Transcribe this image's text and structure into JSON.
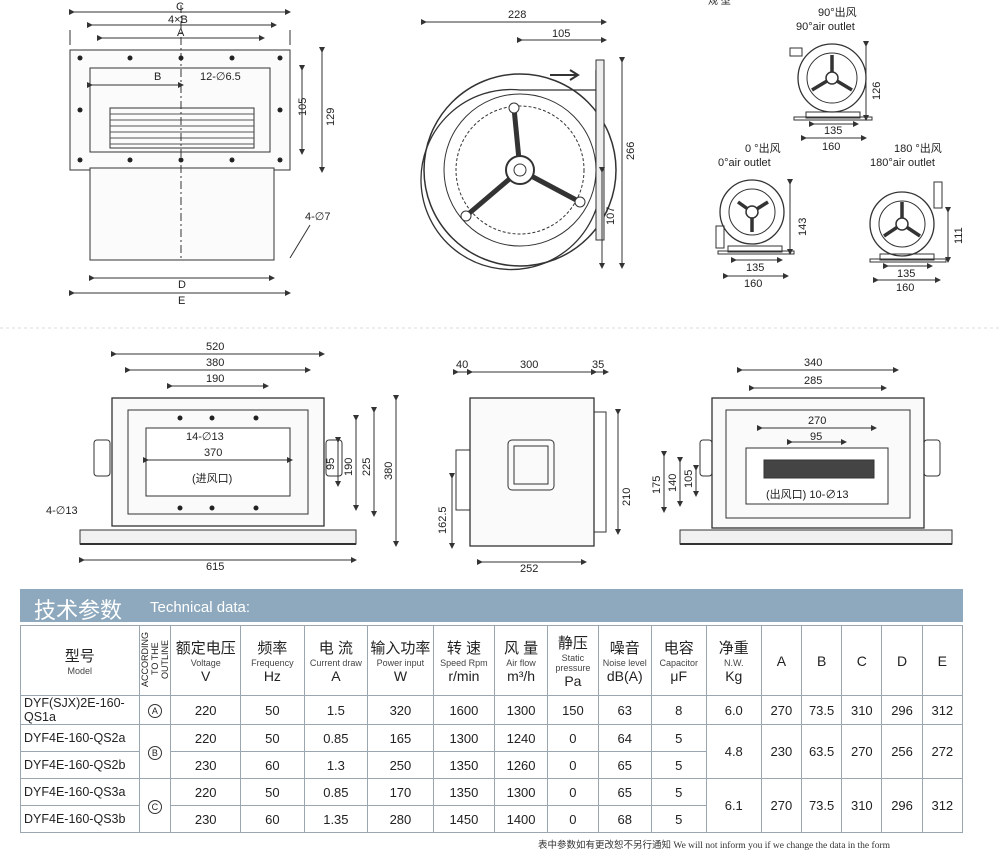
{
  "drawing1": {
    "dims": {
      "C": "C",
      "fourB": "4×B",
      "A": "A",
      "B": "B",
      "holes": "12-∅6.5",
      "d105": "105",
      "d129": "129",
      "holes2": "4-∅7",
      "D": "D",
      "E": "E"
    }
  },
  "drawing2": {
    "dims": {
      "d228": "228",
      "d105": "105",
      "d266": "266",
      "d107": "107"
    }
  },
  "outlets": {
    "corner_text": "规 型",
    "o90": {
      "cn": "90°出风",
      "en": "90°air outlet",
      "d126": "126",
      "d135": "135",
      "d160": "160"
    },
    "o0": {
      "cn": "0 °出风",
      "en": "0°air outlet",
      "d143": "143",
      "d135": "135",
      "d160": "160"
    },
    "o180": {
      "cn": "180 °出风",
      "en": "180°air outlet",
      "d111": "111",
      "d135": "135",
      "d160": "160"
    }
  },
  "front_view": {
    "dims": {
      "d520": "520",
      "d380": "380",
      "d190": "190",
      "holes": "14-∅13",
      "d370": "370",
      "inlet": "(进风口)",
      "d95": "95",
      "d190v": "190",
      "d225": "225",
      "d380v": "380",
      "feet": "4-∅13",
      "d615": "615"
    }
  },
  "side_view": {
    "dims": {
      "d40": "40",
      "d300": "300",
      "d35": "35",
      "d162": "162.5",
      "d210": "210",
      "d252": "252"
    }
  },
  "back_view": {
    "dims": {
      "d340": "340",
      "d285": "285",
      "d270": "270",
      "d95": "95",
      "d175": "175",
      "d140": "140",
      "d105": "105",
      "outlet": "(出风口) 10-∅13"
    }
  },
  "tech": {
    "title": "技术参数",
    "subtitle": "Technical data:",
    "headers": [
      {
        "cn": "型号",
        "en": "Model",
        "unit": ""
      },
      {
        "cn": "",
        "en": "ACCORDING TO THE OUTLINE",
        "unit": ""
      },
      {
        "cn": "额定电压",
        "en": "Voltage",
        "unit": "V"
      },
      {
        "cn": "频率",
        "en": "Frequency",
        "unit": "Hz"
      },
      {
        "cn": "电 流",
        "en": "Current draw",
        "unit": "A"
      },
      {
        "cn": "输入功率",
        "en": "Power input",
        "unit": "W"
      },
      {
        "cn": "转 速",
        "en": "Speed Rpm",
        "unit": "r/min"
      },
      {
        "cn": "风 量",
        "en": "Air flow",
        "unit": "m³/h"
      },
      {
        "cn": "静压",
        "en": "Static pressure",
        "unit": "Pa"
      },
      {
        "cn": "噪音",
        "en": "Noise level",
        "unit": "dB(A)"
      },
      {
        "cn": "电容",
        "en": "Capacitor",
        "unit": "μF"
      },
      {
        "cn": "净重",
        "en": "N.W.",
        "unit": "Kg"
      },
      {
        "cn": "",
        "en": "",
        "unit": "A"
      },
      {
        "cn": "",
        "en": "",
        "unit": "B"
      },
      {
        "cn": "",
        "en": "",
        "unit": "C"
      },
      {
        "cn": "",
        "en": "",
        "unit": "D"
      },
      {
        "cn": "",
        "en": "",
        "unit": "E"
      }
    ],
    "rows": [
      {
        "model": "DYF(SJX)2E-160-QS1a",
        "outline": "A",
        "v": "220",
        "hz": "50",
        "a": "1.5",
        "w": "320",
        "rpm": "1600",
        "air": "1300",
        "pa": "150",
        "db": "63",
        "uf": "8"
      },
      {
        "model": "DYF4E-160-QS2a",
        "outline": "B",
        "v": "220",
        "hz": "50",
        "a": "0.85",
        "w": "165",
        "rpm": "1300",
        "air": "1240",
        "pa": "0",
        "db": "64",
        "uf": "5"
      },
      {
        "model": "DYF4E-160-QS2b",
        "outline": "",
        "v": "230",
        "hz": "60",
        "a": "1.3",
        "w": "250",
        "rpm": "1350",
        "air": "1260",
        "pa": "0",
        "db": "65",
        "uf": "5"
      },
      {
        "model": "DYF4E-160-QS3a",
        "outline": "C",
        "v": "220",
        "hz": "50",
        "a": "0.85",
        "w": "170",
        "rpm": "1350",
        "air": "1300",
        "pa": "0",
        "db": "65",
        "uf": "5"
      },
      {
        "model": "DYF4E-160-QS3b",
        "outline": "",
        "v": "230",
        "hz": "60",
        "a": "1.35",
        "w": "280",
        "rpm": "1450",
        "air": "1400",
        "pa": "0",
        "db": "68",
        "uf": "5"
      }
    ],
    "groups": [
      {
        "kg": "6.0",
        "A": "270",
        "B": "73.5",
        "C": "310",
        "D": "296",
        "E": "312"
      },
      {
        "kg": "4.8",
        "A": "230",
        "B": "63.5",
        "C": "270",
        "D": "256",
        "E": "272"
      },
      {
        "kg": "6.1",
        "A": "270",
        "B": "73.5",
        "C": "310",
        "D": "296",
        "E": "312"
      }
    ],
    "footnote": "表中参数如有更改恕不另行通知 We will not inform you if we change the data in the form"
  }
}
